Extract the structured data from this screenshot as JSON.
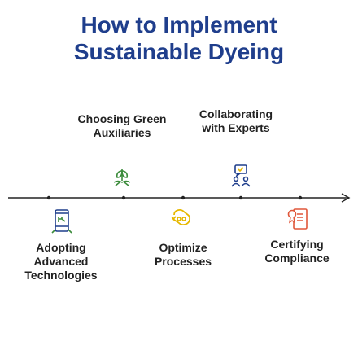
{
  "title_lines": [
    "How to Implement",
    "Sustainable Dyeing"
  ],
  "colors": {
    "title": "#1f3e8c",
    "green": "#3c8c3c",
    "blue": "#1f3e8c",
    "yellow": "#e6b800",
    "orange": "#e0573a",
    "text": "#222222",
    "line": "#222222"
  },
  "steps": [
    {
      "label_lines": [
        "Choosing Green",
        "Auxiliaries"
      ],
      "icon": "leaf-hand-icon"
    },
    {
      "label_lines": [
        "Collaborating",
        "with Experts"
      ],
      "icon": "team-chat-icon"
    },
    {
      "label_lines": [
        "Adopting",
        "Advanced",
        "Technologies"
      ],
      "icon": "mobile-device-icon"
    },
    {
      "label_lines": [
        "Optimize",
        "Processes"
      ],
      "icon": "process-loop-icon"
    },
    {
      "label_lines": [
        "Certifying",
        "Compliance"
      ],
      "icon": "certificate-icon"
    }
  ]
}
